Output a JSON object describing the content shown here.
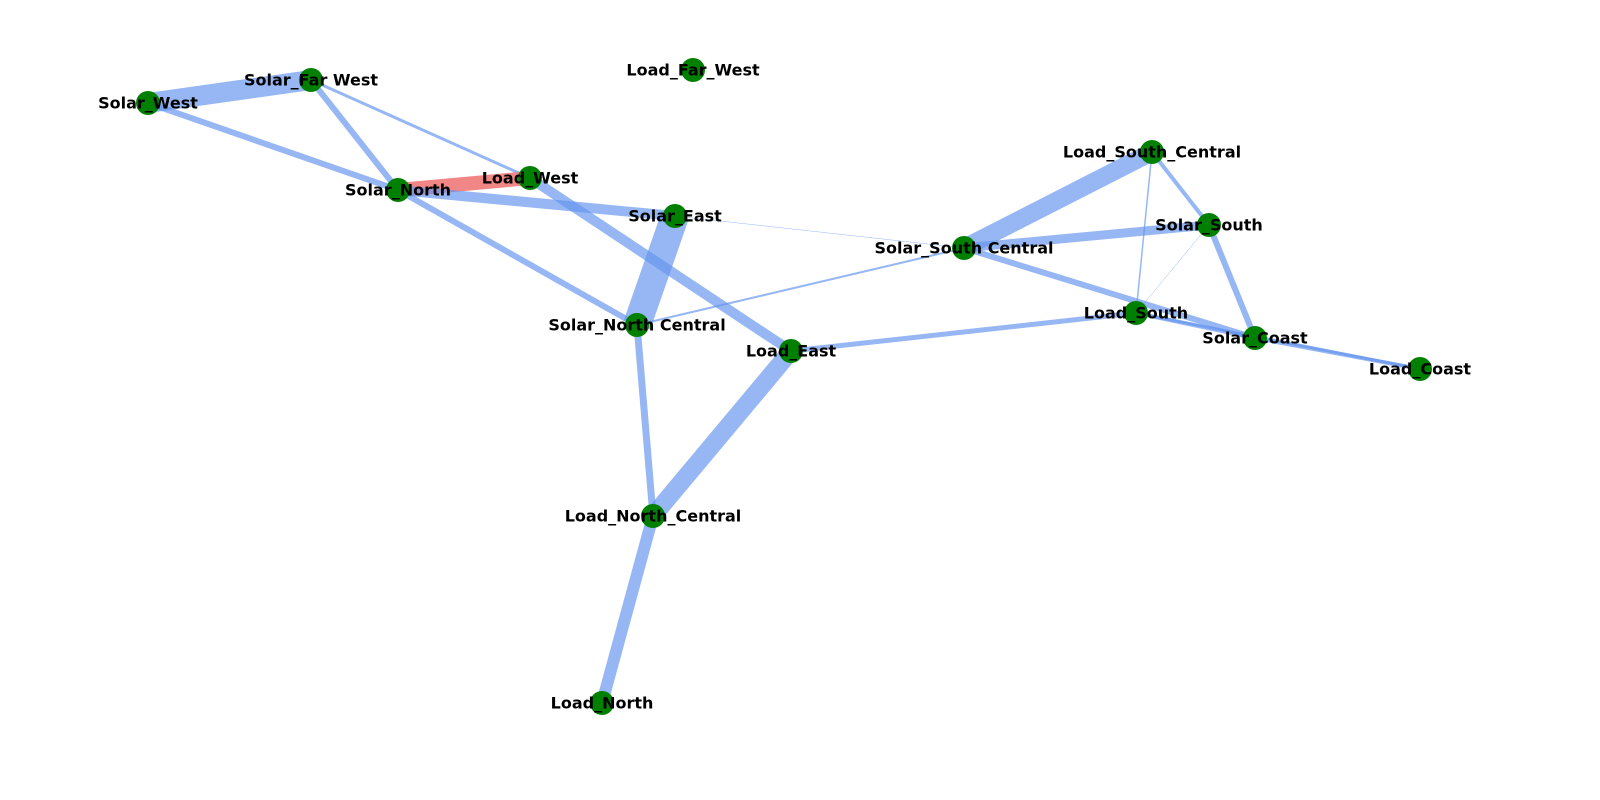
{
  "colors": {
    "node": "#008000",
    "edge_default": "#6495ed",
    "edge_highlight": "#f08080",
    "label": "#000000"
  },
  "nodes": [
    {
      "id": "solar_west",
      "label": "Solar_West"
    },
    {
      "id": "solar_far_west",
      "label": "Solar_Far West"
    },
    {
      "id": "load_far_west",
      "label": "Load_Far_West"
    },
    {
      "id": "solar_north",
      "label": "Solar_North"
    },
    {
      "id": "load_west",
      "label": "Load_West"
    },
    {
      "id": "solar_east",
      "label": "Solar_East"
    },
    {
      "id": "solar_north_central",
      "label": "Solar_North Central"
    },
    {
      "id": "load_east",
      "label": "Load_East"
    },
    {
      "id": "load_north_central",
      "label": "Load_North_Central"
    },
    {
      "id": "load_north",
      "label": "Load_North"
    },
    {
      "id": "solar_south_central",
      "label": "Solar_South Central"
    },
    {
      "id": "load_south_central",
      "label": "Load_South_Central"
    },
    {
      "id": "solar_south",
      "label": "Solar_South"
    },
    {
      "id": "load_south",
      "label": "Load_South"
    },
    {
      "id": "solar_coast",
      "label": "Solar_Coast"
    },
    {
      "id": "load_coast",
      "label": "Load_Coast"
    }
  ],
  "edges": [
    {
      "source": "solar_west",
      "target": "solar_far_west",
      "weight": 20,
      "highlight": false
    },
    {
      "source": "solar_west",
      "target": "solar_north",
      "weight": 6,
      "highlight": false
    },
    {
      "source": "solar_far_west",
      "target": "solar_north",
      "weight": 6,
      "highlight": false
    },
    {
      "source": "solar_far_west",
      "target": "load_west",
      "weight": 3,
      "highlight": false
    },
    {
      "source": "solar_north",
      "target": "load_west",
      "weight": 14,
      "highlight": true
    },
    {
      "source": "solar_north",
      "target": "solar_east",
      "weight": 10,
      "highlight": false
    },
    {
      "source": "solar_north",
      "target": "solar_north_central",
      "weight": 6,
      "highlight": false
    },
    {
      "source": "load_west",
      "target": "load_east",
      "weight": 10,
      "highlight": false
    },
    {
      "source": "solar_east",
      "target": "solar_north_central",
      "weight": 28,
      "highlight": false
    },
    {
      "source": "solar_east",
      "target": "solar_south_central",
      "weight": 0.5,
      "highlight": false
    },
    {
      "source": "solar_north_central",
      "target": "solar_south_central",
      "weight": 2,
      "highlight": false
    },
    {
      "source": "solar_north_central",
      "target": "load_north_central",
      "weight": 7,
      "highlight": false
    },
    {
      "source": "load_east",
      "target": "load_north_central",
      "weight": 18,
      "highlight": false
    },
    {
      "source": "load_east",
      "target": "load_south",
      "weight": 5,
      "highlight": false
    },
    {
      "source": "load_north_central",
      "target": "load_north",
      "weight": 12,
      "highlight": false
    },
    {
      "source": "solar_south_central",
      "target": "load_south_central",
      "weight": 18,
      "highlight": false
    },
    {
      "source": "solar_south_central",
      "target": "solar_south",
      "weight": 9,
      "highlight": false
    },
    {
      "source": "solar_south_central",
      "target": "solar_coast",
      "weight": 6,
      "highlight": false
    },
    {
      "source": "load_south_central",
      "target": "solar_south",
      "weight": 4,
      "highlight": false
    },
    {
      "source": "load_south_central",
      "target": "load_south",
      "weight": 1.5,
      "highlight": false
    },
    {
      "source": "solar_south",
      "target": "solar_coast",
      "weight": 6,
      "highlight": false
    },
    {
      "source": "solar_south",
      "target": "load_south",
      "weight": 0.5,
      "highlight": false
    },
    {
      "source": "load_south",
      "target": "solar_coast",
      "weight": 4,
      "highlight": false
    },
    {
      "source": "load_south",
      "target": "load_coast",
      "weight": 3,
      "highlight": false
    },
    {
      "source": "solar_coast",
      "target": "load_coast",
      "weight": 4,
      "highlight": false
    }
  ]
}
